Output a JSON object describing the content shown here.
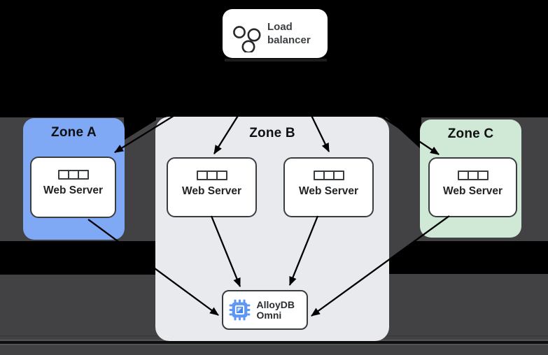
{
  "diagram": {
    "load_balancer": {
      "label": "Load balancer",
      "icon": "circles-cluster-icon"
    },
    "zones": [
      {
        "name": "Zone A",
        "fill": "#7FA9F4",
        "servers": [
          {
            "label": "Web Server",
            "icon": "server-icon"
          }
        ]
      },
      {
        "name": "Zone B",
        "fill": "#E8EAED",
        "servers": [
          {
            "label": "Web Server",
            "icon": "server-icon"
          },
          {
            "label": "Web Server",
            "icon": "server-icon"
          }
        ]
      },
      {
        "name": "Zone C",
        "fill": "#CFE9D6",
        "servers": [
          {
            "label": "Web Server",
            "icon": "server-icon"
          }
        ]
      }
    ],
    "database": {
      "label": "AlloyDB Omni",
      "icon": "chip-icon",
      "icon_color": "#5E97F6"
    },
    "connections": [
      {
        "from": "load-balancer",
        "to": "zone-a-web-server"
      },
      {
        "from": "load-balancer",
        "to": "zone-b-web-server-1"
      },
      {
        "from": "load-balancer",
        "to": "zone-b-web-server-2"
      },
      {
        "from": "load-balancer",
        "to": "zone-c-web-server"
      },
      {
        "from": "zone-a-web-server",
        "to": "alloydb-omni"
      },
      {
        "from": "zone-b-web-server-1",
        "to": "alloydb-omni"
      },
      {
        "from": "zone-b-web-server-2",
        "to": "alloydb-omni"
      },
      {
        "from": "zone-c-web-server",
        "to": "alloydb-omni"
      }
    ]
  },
  "palette": {
    "background": "#000000",
    "backdrop_gray": "#424244",
    "box_fill": "#FFFFFF",
    "box_border": "#3A3D40",
    "arrow": "#000000",
    "icon_blue": "#5E97F6",
    "icon_blue_dark": "#4285F4",
    "text": "#202124"
  }
}
